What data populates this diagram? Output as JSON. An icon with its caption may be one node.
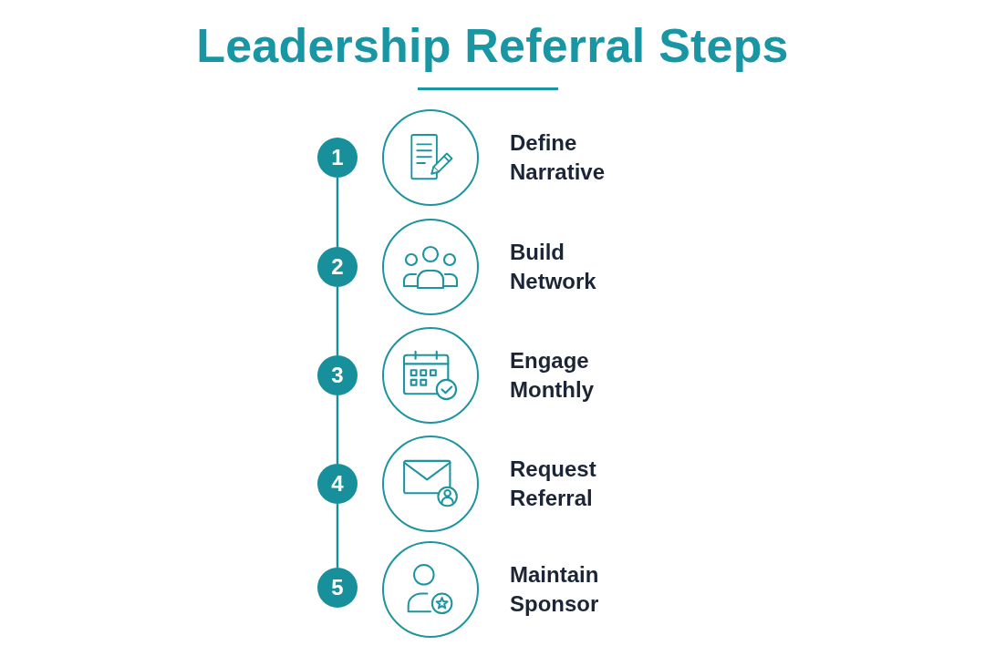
{
  "diagram": {
    "title": "Leadership Referral Steps",
    "nodes": [
      {
        "text": [
          "1"
        ]
      },
      {
        "text": [],
        "shape": "circle",
        "beside": [
          "Define Narrative"
        ]
      },
      {
        "text": [
          "2"
        ]
      },
      {
        "text": [],
        "shape": "circle",
        "beside": [
          "Build Network"
        ]
      },
      {
        "text": [
          "3"
        ]
      },
      {
        "text": [],
        "shape": "circle",
        "beside": [
          "Engage Monthly"
        ]
      },
      {
        "text": [
          "4"
        ]
      },
      {
        "text": [],
        "shape": "circle",
        "beside": [
          "Request Referral"
        ]
      },
      {
        "text": [
          "5"
        ]
      },
      {
        "text": [],
        "shape": "circle",
        "beside": [
          "Maintain Sponsor"
        ]
      }
    ],
    "edges": [
      {
        "from": 0,
        "to": 2,
        "arrow": "none"
      },
      {
        "from": 2,
        "to": 4,
        "arrow": "none"
      },
      {
        "from": 4,
        "to": 6,
        "arrow": "none"
      },
      {
        "from": 6,
        "to": 8,
        "arrow": "none"
      }
    ]
  }
}
